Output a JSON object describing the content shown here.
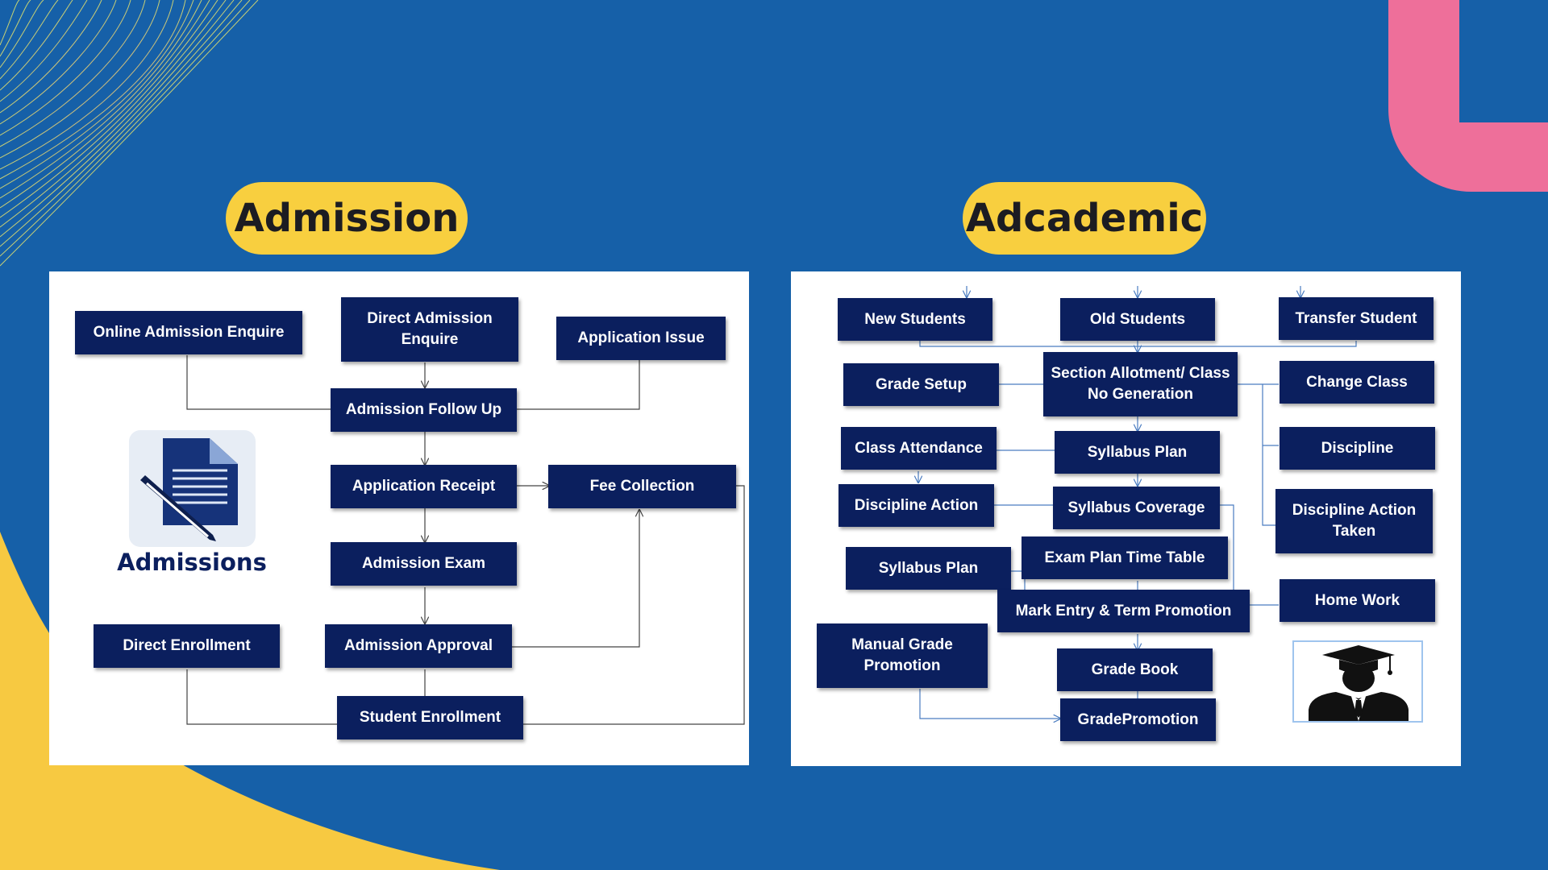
{
  "admission": {
    "title": "Admission",
    "logo_caption": "Admissions",
    "nodes": {
      "online_enquire": "Online  Admission  Enquire",
      "direct_enquire": "Direct Admission Enquire",
      "application_issue": "Application Issue",
      "follow_up": "Admission Follow Up",
      "application_receipt": "Application Receipt",
      "fee_collection": "Fee Collection",
      "admission_exam": "Admission Exam",
      "direct_enrollment": "Direct Enrollment",
      "admission_approval": "Admission Approval",
      "student_enrollment": "Student Enrollment"
    }
  },
  "academic": {
    "title": "Adcademic",
    "nodes": {
      "new_students": "New Students",
      "old_students": "Old Students",
      "transfer_student": "Transfer Student",
      "grade_setup": "Grade Setup",
      "section_allotment": "Section Allotment/ Class No Generation",
      "change_class": "Change Class",
      "class_attendance": "Class Attendance",
      "syllabus_plan_center": "Syllabus Plan",
      "discipline": "Discipline",
      "discipline_action": "Discipline Action",
      "syllabus_coverage": "Syllabus Coverage",
      "discipline_action_taken": "Discipline Action Taken",
      "syllabus_plan_left": "Syllabus Plan",
      "exam_plan": "Exam Plan Time Table",
      "mark_entry": "Mark Entry & Term Promotion",
      "home_work": "Home Work",
      "manual_grade_promotion": "Manual Grade Promotion",
      "grade_book": "Grade Book",
      "grade_promotion": "GradePromotion"
    }
  },
  "colors": {
    "background": "#1660a8",
    "node": "#0b1f5e",
    "pill": "#f8cf3f",
    "accent_pink": "#ee6f9a",
    "accent_yellow": "#f7c941"
  },
  "icons": [
    "document-pen-icon",
    "graduate-icon"
  ]
}
